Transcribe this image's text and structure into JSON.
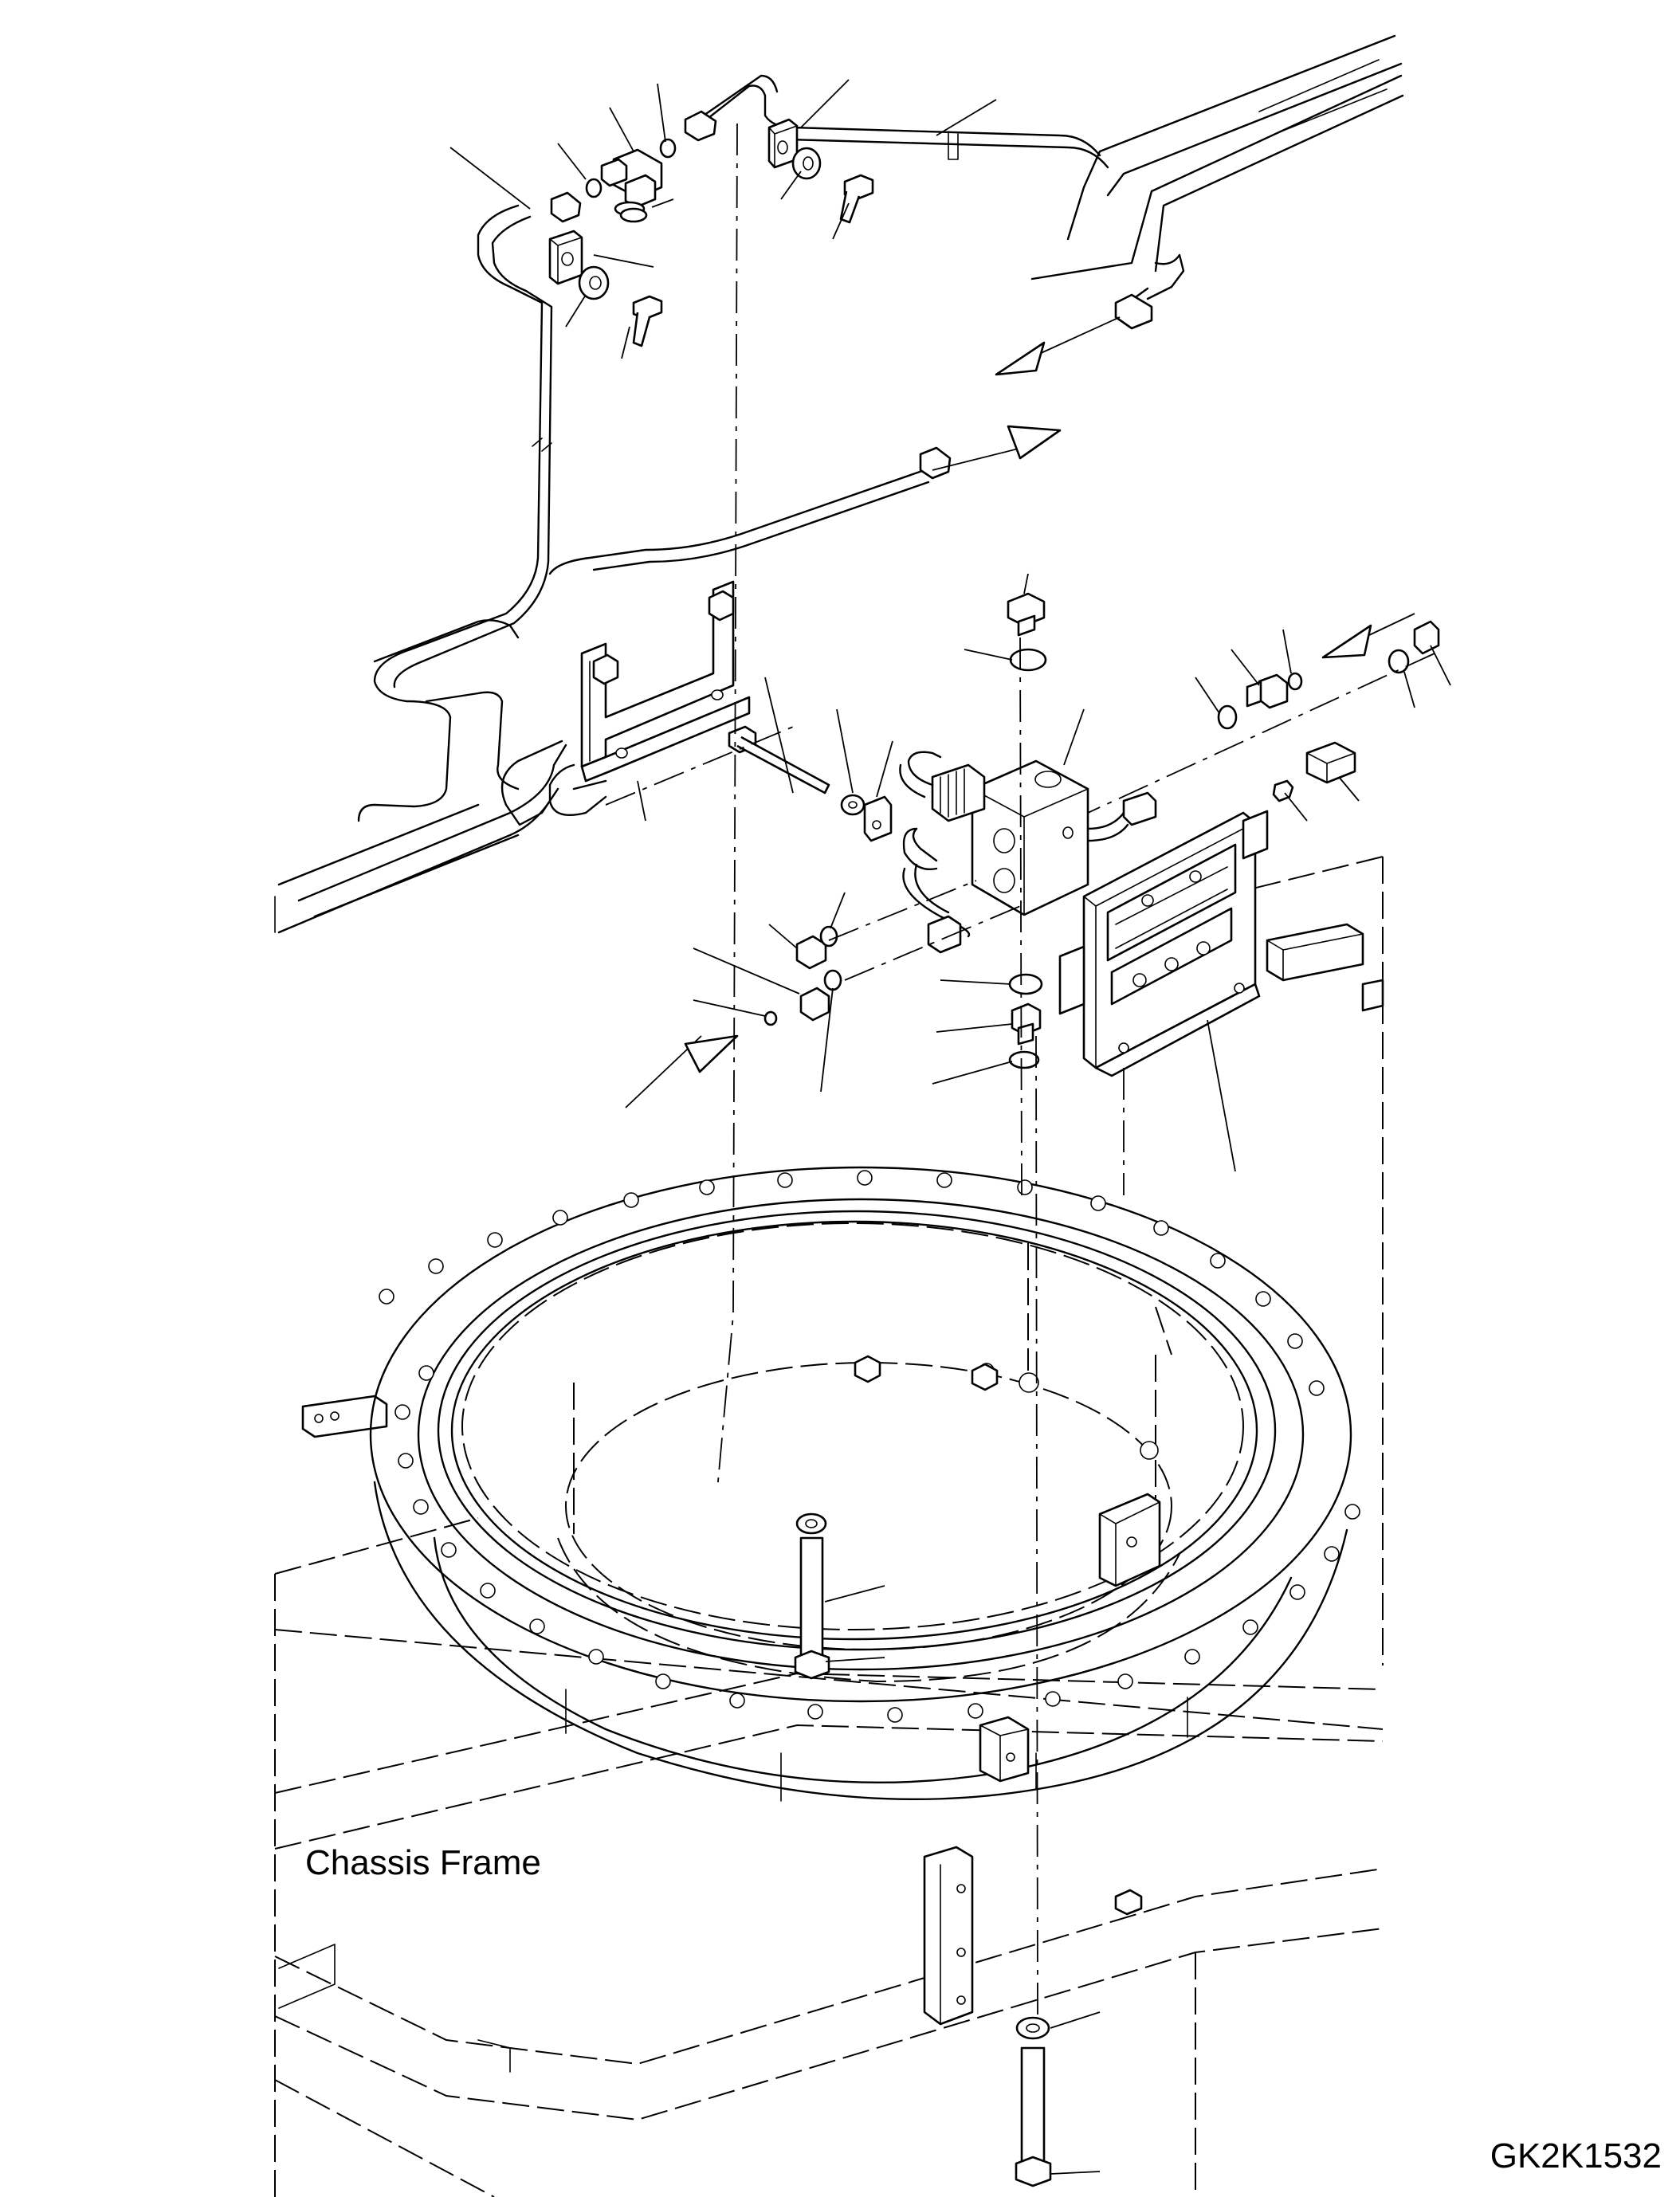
{
  "diagram": {
    "labels": {
      "assembly_caption": "Chassis Frame",
      "drawing_code": "GK2K1532"
    },
    "colors": {
      "ink": "#000000",
      "paper": "#ffffff"
    },
    "parts": [
      "steel-tube-pipes",
      "tee-fitting",
      "pipe-clamp",
      "bolt",
      "washer",
      "o-ring",
      "mounting-bracket",
      "solenoid-valve-block",
      "valve-mounting-plate",
      "connector",
      "plug",
      "elbow-fitting",
      "swivel-ring-bearing",
      "chassis-frame"
    ]
  }
}
